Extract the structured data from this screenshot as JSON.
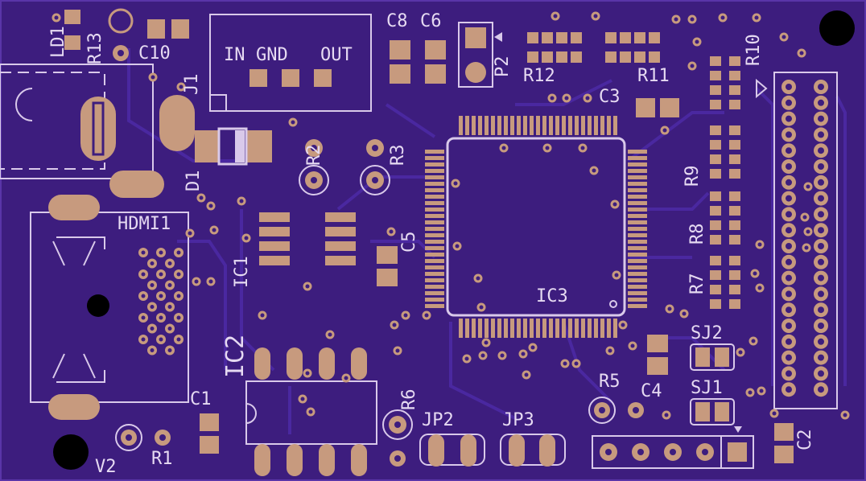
{
  "board": {
    "colors": {
      "mask": "#3d1d7e",
      "trace": "#4a28a0",
      "copper": "#c79a7e",
      "silk": "#d9c9ea"
    },
    "labels": {
      "LD1": "LD1",
      "R13": "R13",
      "C10": "C10",
      "J1": "J1",
      "D1": "D1",
      "HDMI1": "HDMI1",
      "IC1": "IC1",
      "IC2": "IC2",
      "IC3": "IC3",
      "R2": "R2",
      "R3": "R3",
      "C5": "C5",
      "C8": "C8",
      "C6": "C6",
      "P2": "P2",
      "R12": "R12",
      "R11": "R11",
      "R10": "R10",
      "C3": "C3",
      "R9": "R9",
      "R8": "R8",
      "R7": "R7",
      "SJ2": "SJ2",
      "SJ1": "SJ1",
      "R5": "R5",
      "C4": "C4",
      "C2": "C2",
      "R6": "R6",
      "JP2": "JP2",
      "JP3": "JP3",
      "C1": "C1",
      "R1": "R1",
      "V2": "V2",
      "reg_in": "IN",
      "reg_gnd": "GND",
      "reg_out": "OUT"
    }
  }
}
